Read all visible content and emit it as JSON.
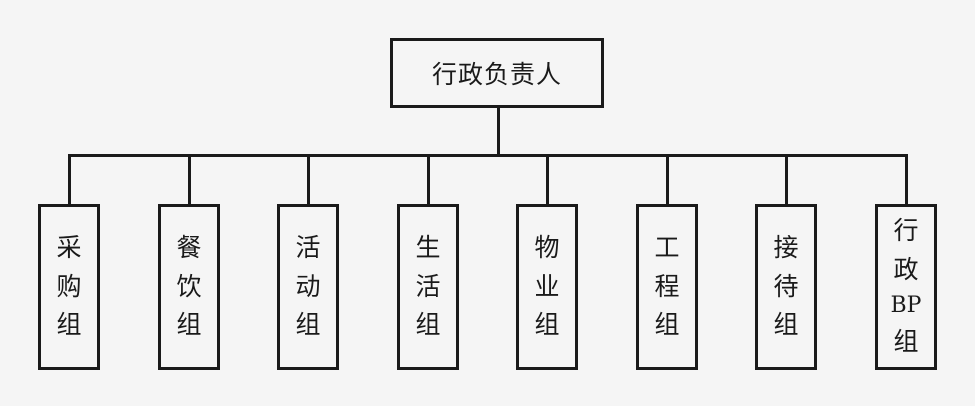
{
  "root": {
    "label": "行政负责人"
  },
  "children": [
    {
      "label": [
        "采",
        "购",
        "组"
      ]
    },
    {
      "label": [
        "餐",
        "饮",
        "组"
      ]
    },
    {
      "label": [
        "活",
        "动",
        "组"
      ]
    },
    {
      "label": [
        "生",
        "活",
        "组"
      ]
    },
    {
      "label": [
        "物",
        "业",
        "组"
      ]
    },
    {
      "label": [
        "工",
        "程",
        "组"
      ]
    },
    {
      "label": [
        "接",
        "待",
        "组"
      ]
    },
    {
      "label": [
        "行",
        "政",
        "BP",
        "组"
      ]
    }
  ]
}
